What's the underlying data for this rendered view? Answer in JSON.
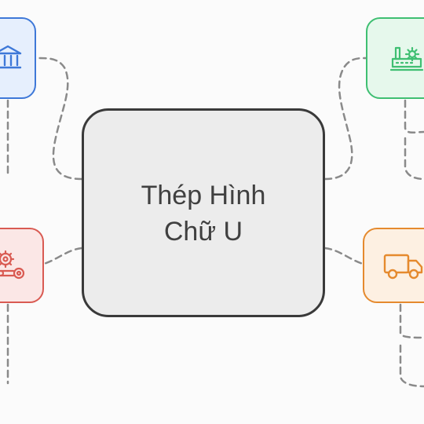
{
  "center": {
    "title_line1": "Thép Hình",
    "title_line2": "Chữ U"
  },
  "nodes": [
    {
      "id": "bank",
      "icon": "bank-icon",
      "color": "#3e78d8",
      "fill": "#e6effd"
    },
    {
      "id": "factory",
      "icon": "factory-icon",
      "color": "#3fbf72",
      "fill": "#e6f8ec"
    },
    {
      "id": "machine",
      "icon": "machinery-gears-icon",
      "color": "#d95a52",
      "fill": "#fbe7e6"
    },
    {
      "id": "truck",
      "icon": "truck-icon",
      "color": "#e58a2e",
      "fill": "#fdf0e2"
    }
  ],
  "colors": {
    "connector": "#8a8a8a",
    "center_border": "#3a3a3a",
    "center_fill": "#ececec",
    "text": "#404040"
  }
}
